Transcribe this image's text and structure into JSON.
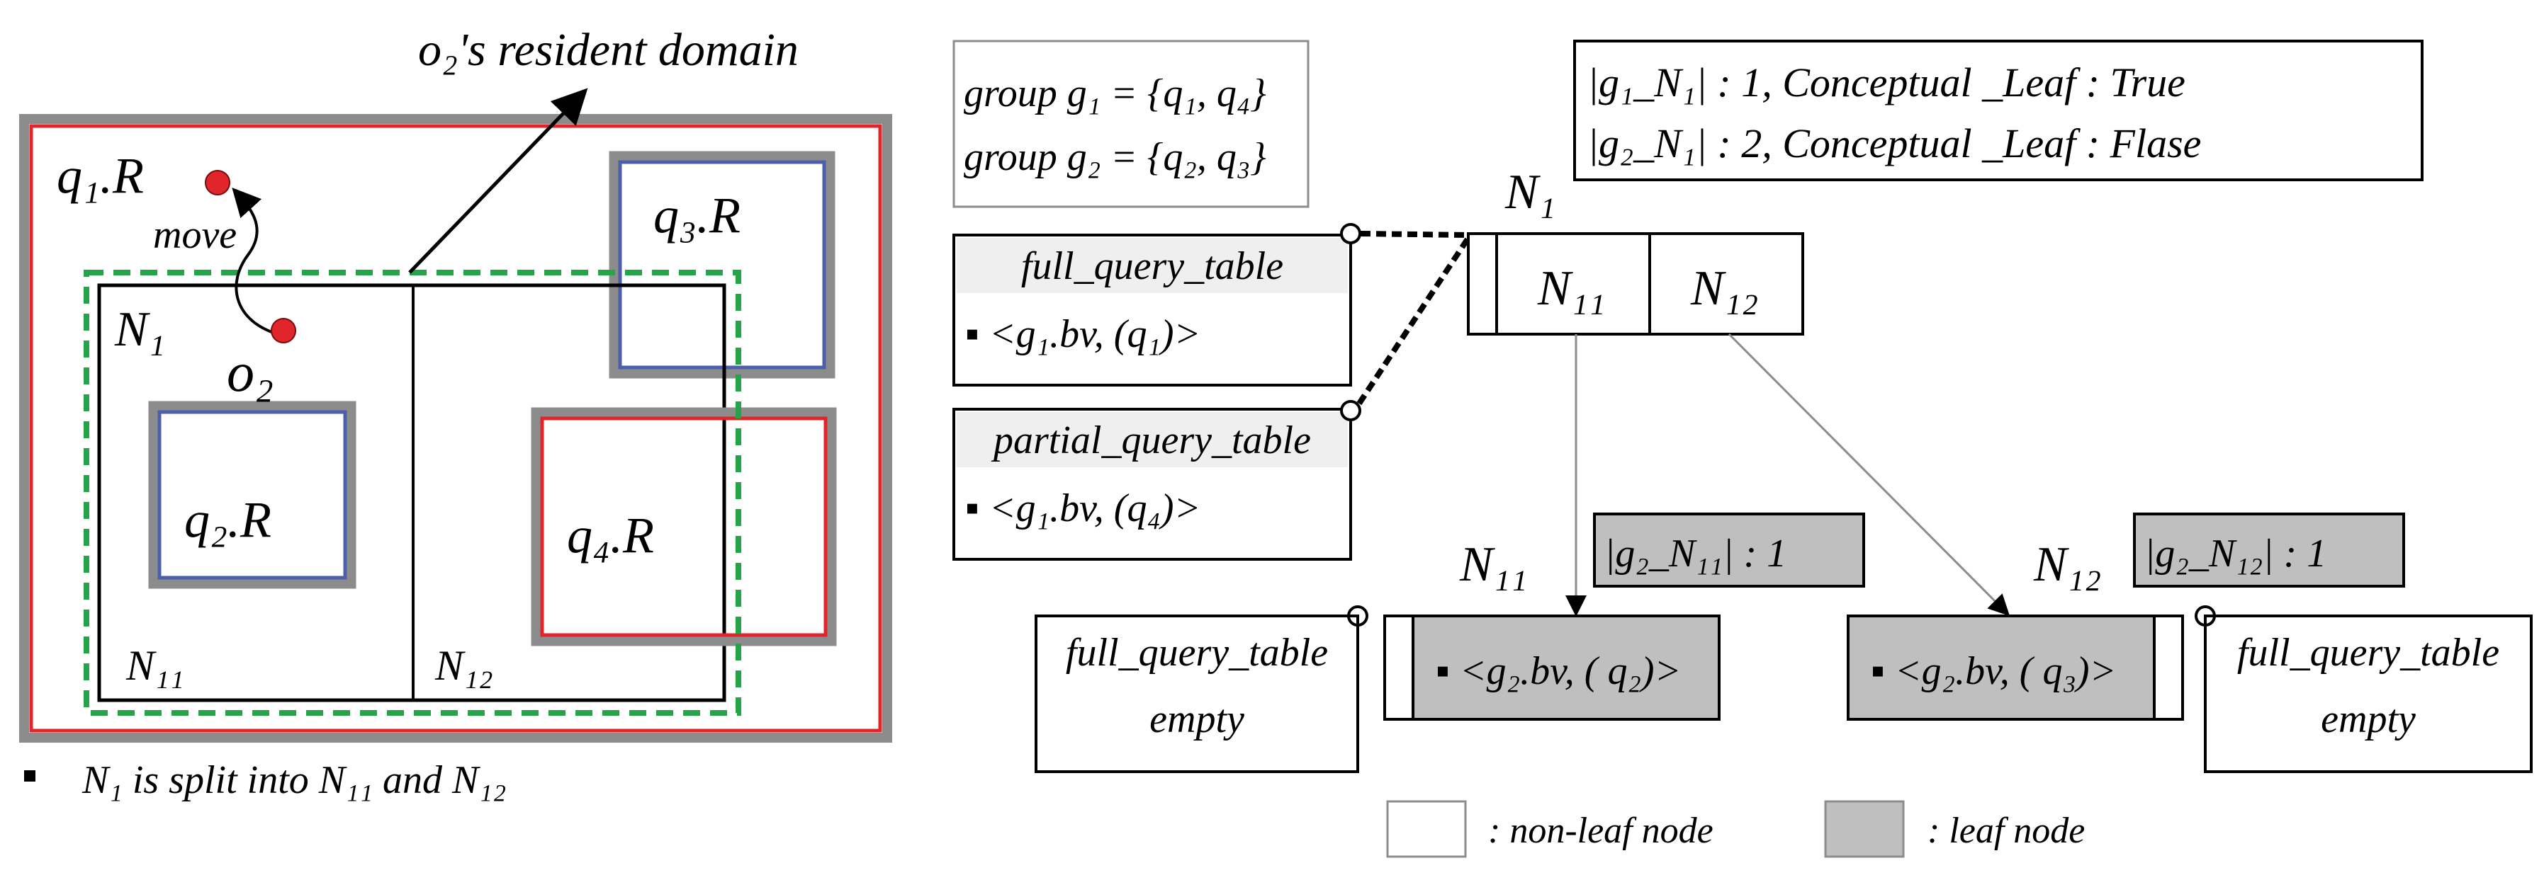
{
  "left_panel": {
    "resident_domain_label": "o₂'s resident domain",
    "q1_label": "q₁.R",
    "q2_label": "q₂.R",
    "q3_label": "q₃.R",
    "q4_label": "q₄.R",
    "n1_label": "N₁",
    "n11_label": "N₁₁",
    "n12_label": "N₁₂",
    "o2_label": "o₂",
    "move_label": "move",
    "split_note": "N₁ is split into N₁₁ and N₁₂"
  },
  "groups_box": {
    "g1": "group g₁ = {q₁, q₄}",
    "g2": "group g₂ = {q₂, q₃}"
  },
  "info_box": {
    "line1": "|g₁_N₁| : 1,  Conceptual _Leaf : True",
    "line2": "|g₂_N₁| : 2,  Conceptual _Leaf : Flase"
  },
  "tree": {
    "root_label": "N₁",
    "child1": "N₁₁",
    "child2": "N₁₂",
    "n11_label": "N₁₁",
    "n12_label": "N₁₂",
    "n11_badge": "|g₂_N₁₁| : 1",
    "n12_badge": "|g₂_N₁₂| : 1",
    "n11_entry": "▪ <g₂.bv, ( q₂)>",
    "n12_entry": "▪ <g₂.bv, ( q₃)>"
  },
  "tables": {
    "full_title": "full_query_table",
    "full_entry": "▪  <g₁.bv, (q₁)>",
    "partial_title": "partial_query_table",
    "partial_entry": "▪  <g₁.bv, (q₄)>",
    "left_leaf_title": "full_query_table",
    "left_leaf_body": "empty",
    "right_leaf_title": "full_query_table",
    "right_leaf_body": "empty"
  },
  "legend": {
    "nonleaf": ": non-leaf node",
    "leaf": ": leaf node"
  },
  "colors": {
    "red": "#e0262b",
    "blue": "#4b5faa",
    "gray": "#8c8c8c",
    "green": "#27a34a",
    "leaf_fill": "#bfbfbf",
    "header_fill": "#efefef",
    "point": "#e0262b"
  }
}
